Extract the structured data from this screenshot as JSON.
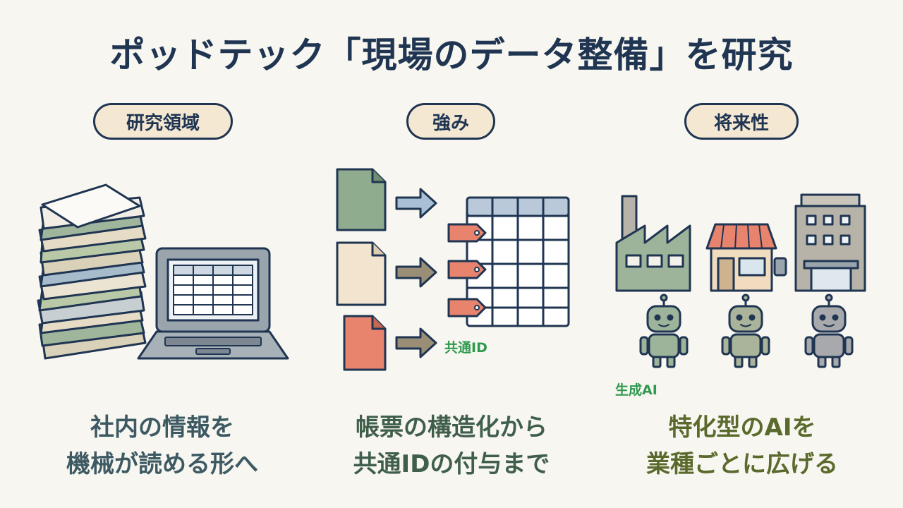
{
  "title": "ポッドテック「現場のデータ整備」を研究",
  "columns": [
    {
      "heading": "研究領域",
      "caption_line1": "社内の情報を",
      "caption_line2": "機械が読める形へ",
      "caption_color": "#3d5a63"
    },
    {
      "heading": "強み",
      "caption_line1": "帳票の構造化から",
      "caption_line2": "共通IDの付与まで",
      "caption_color": "#3f5f4a",
      "label": "共通ID"
    },
    {
      "heading": "将来性",
      "caption_line1": "特化型のAIを",
      "caption_line2": "業種ごとに広げる",
      "caption_color": "#5a6a2c",
      "label": "生成AI"
    }
  ],
  "colors": {
    "navy": "#1f3552",
    "green_doc": "#8fac8e",
    "cream_doc": "#f3e4cf",
    "red_doc": "#e8836e",
    "label_green": "#2f9a4f",
    "table_header": "#b9c9da"
  }
}
